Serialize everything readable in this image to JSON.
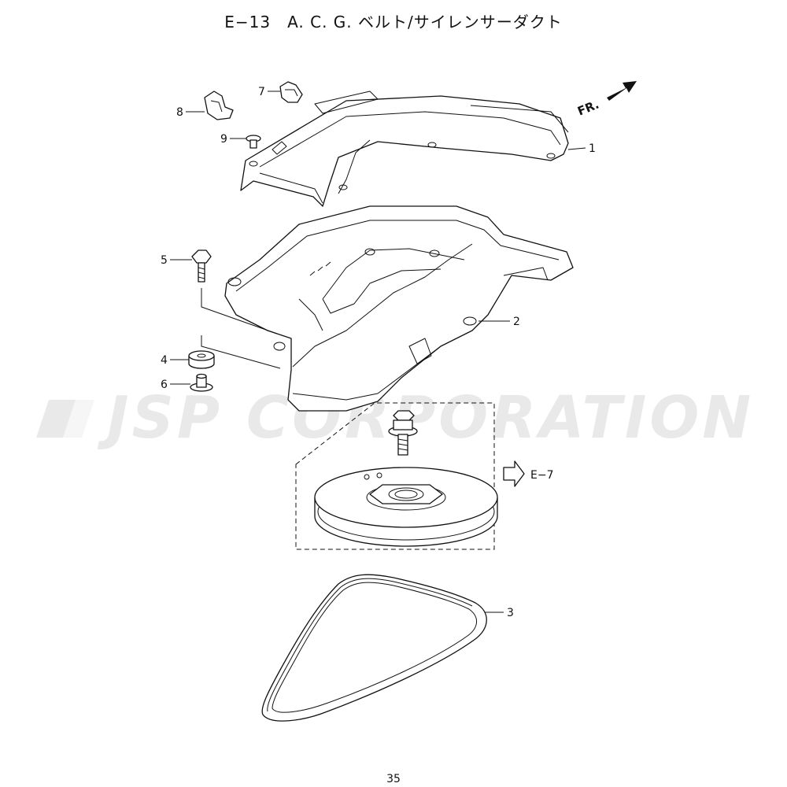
{
  "title": "E−13　A. C. G. ベルト/サイレンサーダクト",
  "page_number": "35",
  "watermark": "JSP CORPORATION",
  "direction_indicator": "FR.",
  "reference": "E−7",
  "callouts": [
    {
      "id": "1",
      "label": "1"
    },
    {
      "id": "2",
      "label": "2"
    },
    {
      "id": "3",
      "label": "3"
    },
    {
      "id": "4",
      "label": "4"
    },
    {
      "id": "5",
      "label": "5"
    },
    {
      "id": "6",
      "label": "6"
    },
    {
      "id": "7",
      "label": "7"
    },
    {
      "id": "8",
      "label": "8"
    },
    {
      "id": "9",
      "label": "9"
    }
  ],
  "colors": {
    "line": "#111111",
    "watermark": "#e9e9e9",
    "background": "#ffffff"
  },
  "icons": {
    "direction": "front-arrow-icon",
    "reference": "outline-arrow-icon"
  }
}
